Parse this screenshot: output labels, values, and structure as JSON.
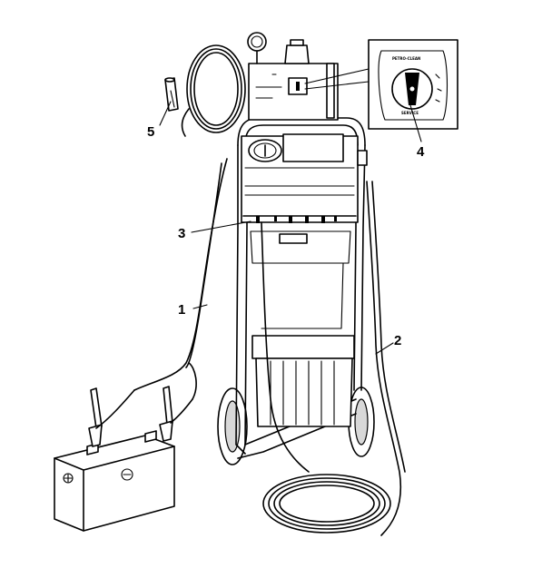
{
  "callouts": [
    {
      "id": "1",
      "label": "1"
    },
    {
      "id": "2",
      "label": "2"
    },
    {
      "id": "3",
      "label": "3"
    },
    {
      "id": "4",
      "label": "4"
    },
    {
      "id": "5",
      "label": "5"
    }
  ],
  "detail_panel": {
    "top_text": "PETRO-CLEAN",
    "bottom_text": "SERVICE"
  }
}
